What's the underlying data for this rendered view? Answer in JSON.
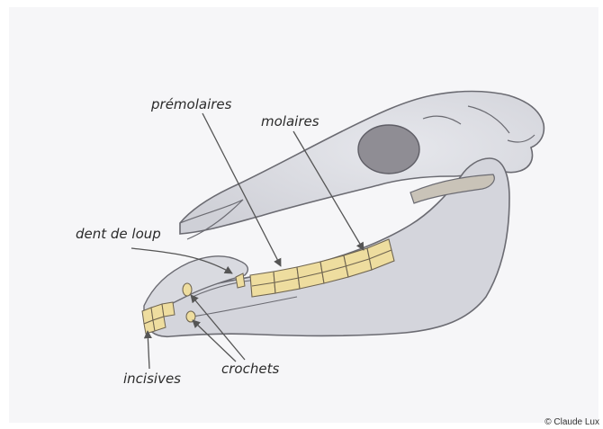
{
  "labels": {
    "premolaires": "prémolaires",
    "molaires": "molaires",
    "dent_de_loup": "dent de loup",
    "incisives": "incisives",
    "crochets": "crochets"
  },
  "copyright": "© Claude Lux",
  "colors": {
    "paper": "#f6f6f8",
    "skull_fill": "#dcdde3",
    "skull_stroke": "#6b6b72",
    "orbit": "#8f8d94",
    "teeth": "#eedd9f",
    "teeth_stroke": "#6e6450",
    "arrow": "#555555"
  }
}
